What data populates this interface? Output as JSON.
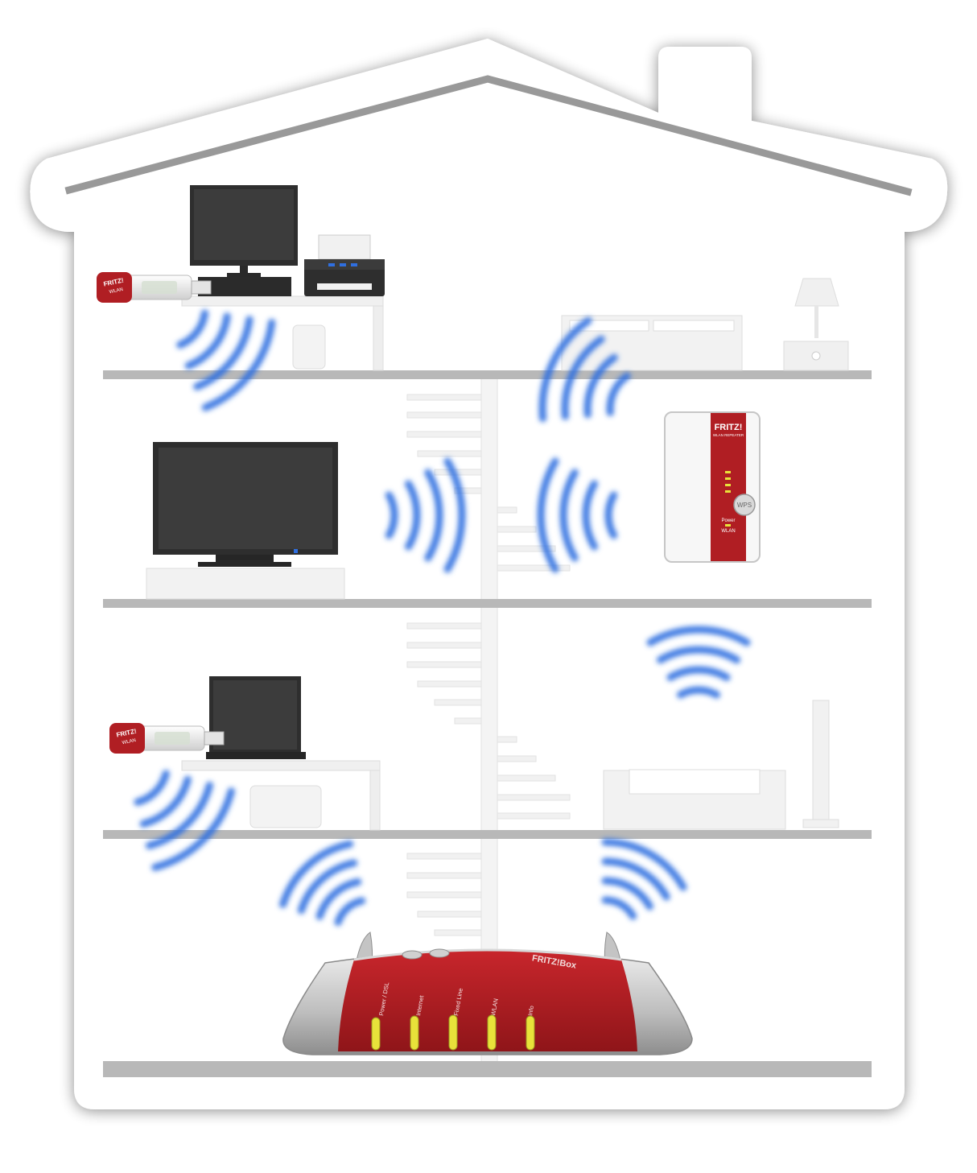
{
  "diagram": {
    "router": {
      "brand_label": "FRITZ!Box",
      "led_labels": [
        "Power / DSL",
        "Internet",
        "Fixed Line",
        "WLAN",
        "Info"
      ]
    },
    "repeater": {
      "brand_label": "FRITZ!",
      "model_label": "WLAN REPEATER",
      "wps_label": "WPS",
      "power_label": "Power",
      "wlan_label": "WLAN"
    },
    "usb_sticks": [
      {
        "brand_label": "FRITZ!",
        "model_label": "WLAN"
      },
      {
        "brand_label": "FRITZ!",
        "model_label": "WLAN"
      }
    ],
    "colors": {
      "house_frame": "#999999",
      "floor": "#b8b8b8",
      "signal": "#2f6fe0",
      "router_red": "#b01e23",
      "led_yellow": "#e8e23a",
      "screen": "#3c3c3c",
      "device_dark": "#2e2e2e"
    }
  }
}
